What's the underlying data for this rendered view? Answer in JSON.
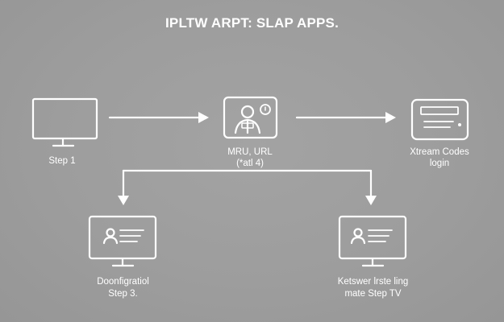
{
  "title": "IPLTW ARPT: SLAP APPS.",
  "nodes": {
    "step1": {
      "label": "Step 1",
      "icon": "monitor-icon"
    },
    "center": {
      "label_line1": "MRU, URL",
      "label_line2": "(*atl 4)",
      "icon": "user-settings-icon"
    },
    "xtream": {
      "label_line1": "Xtream Codes",
      "label_line2": "login",
      "icon": "router-icon"
    },
    "config": {
      "label_line1": "Doonfigratiol",
      "label_line2": "Step 3.",
      "icon": "tv-profile-icon"
    },
    "ketswer": {
      "label_line1": "Ketswer lrste ling",
      "label_line2": "mate Step TV",
      "icon": "tv-profile-icon"
    }
  },
  "colors": {
    "background": "#9c9c9c",
    "foreground": "#ffffff"
  }
}
